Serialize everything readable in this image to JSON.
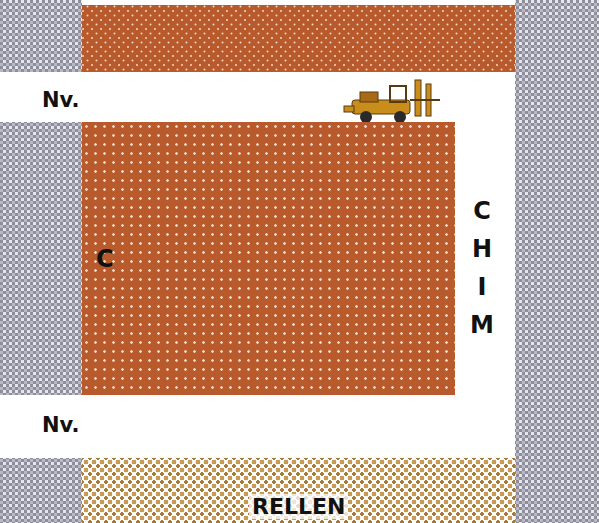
{
  "diagram": {
    "nodes": [
      {
        "text": [
          "C"
        ]
      },
      {
        "text": [
          "RELLEN"
        ]
      }
    ],
    "labels": [
      "Nv.",
      "CHIM",
      "Nv."
    ]
  }
}
